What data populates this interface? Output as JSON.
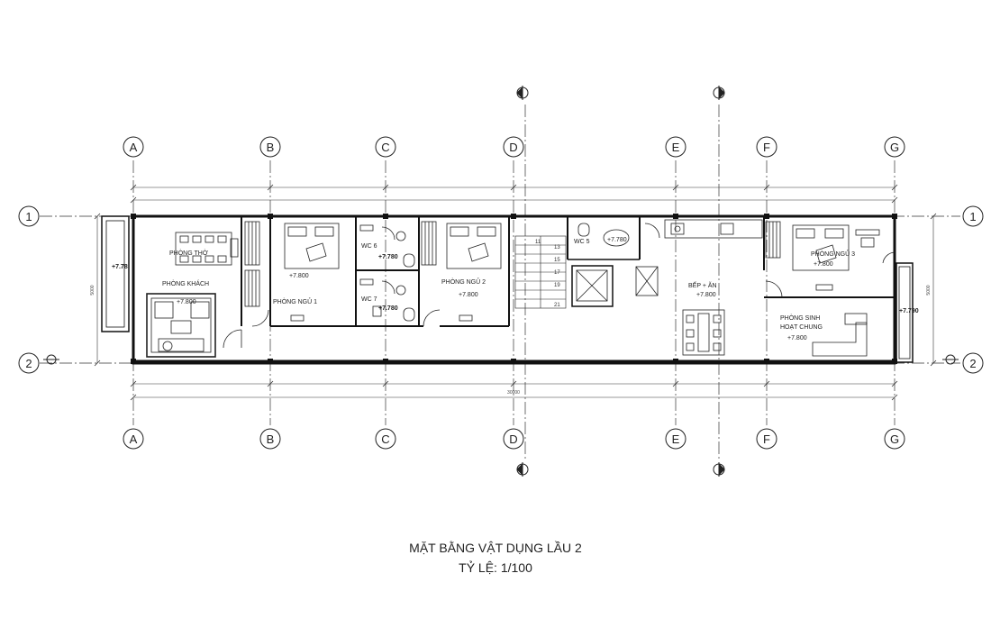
{
  "title": "MẶT BẰNG VẬT DỤNG LẦU 2",
  "scale": "TỶ LỆ: 1/100",
  "axes_letters": [
    "A",
    "B",
    "C",
    "D",
    "E",
    "F",
    "G"
  ],
  "axes_numbers": [
    "1",
    "2"
  ],
  "rooms": {
    "phong_tho": "PHÒNG THỜ",
    "phong_khach": "PHÒNG KHÁCH",
    "phong_ngu_1": "PHÒNG NGỦ 1",
    "phong_ngu_2": "PHÒNG NGỦ 2",
    "phong_ngu_3": "PHÒNG NGỦ 3",
    "wc5": "WC 5",
    "wc6": "WC 6",
    "wc7": "WC 7",
    "bep_an": "BẾP + ĂN",
    "phong_sinh_l1": "PHÒNG SINH",
    "phong_sinh_l2": "HOẠT CHUNG"
  },
  "levels": {
    "lv_7800": "+7.800",
    "lv_7780": "+7.780",
    "lv_7780_short": "+7.78",
    "lv_7790": "+7.790"
  },
  "dimensions": {
    "total_length": "30000",
    "width_left": "5000",
    "width_right": "5000"
  },
  "stair_steps": [
    "11",
    "13",
    "15",
    "17",
    "19",
    "21"
  ]
}
